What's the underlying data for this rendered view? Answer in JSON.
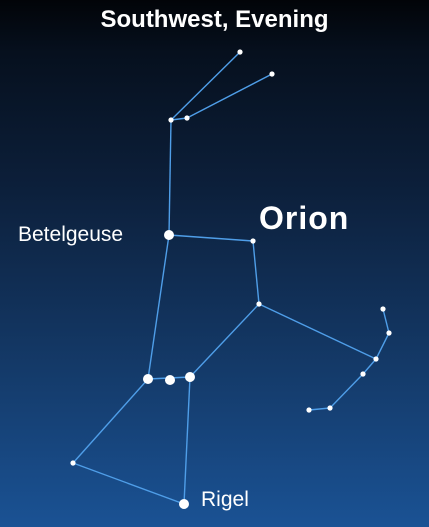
{
  "title": "Southwest, Evening",
  "constellation": "Orion",
  "labels": {
    "betelgeuse": "Betelgeuse",
    "rigel": "Rigel"
  },
  "colors": {
    "sky_top": "#020408",
    "sky_bottom": "#1a5294",
    "lines": "#4f9ee8",
    "stars": "#ffffff",
    "text": "#ffffff"
  }
}
